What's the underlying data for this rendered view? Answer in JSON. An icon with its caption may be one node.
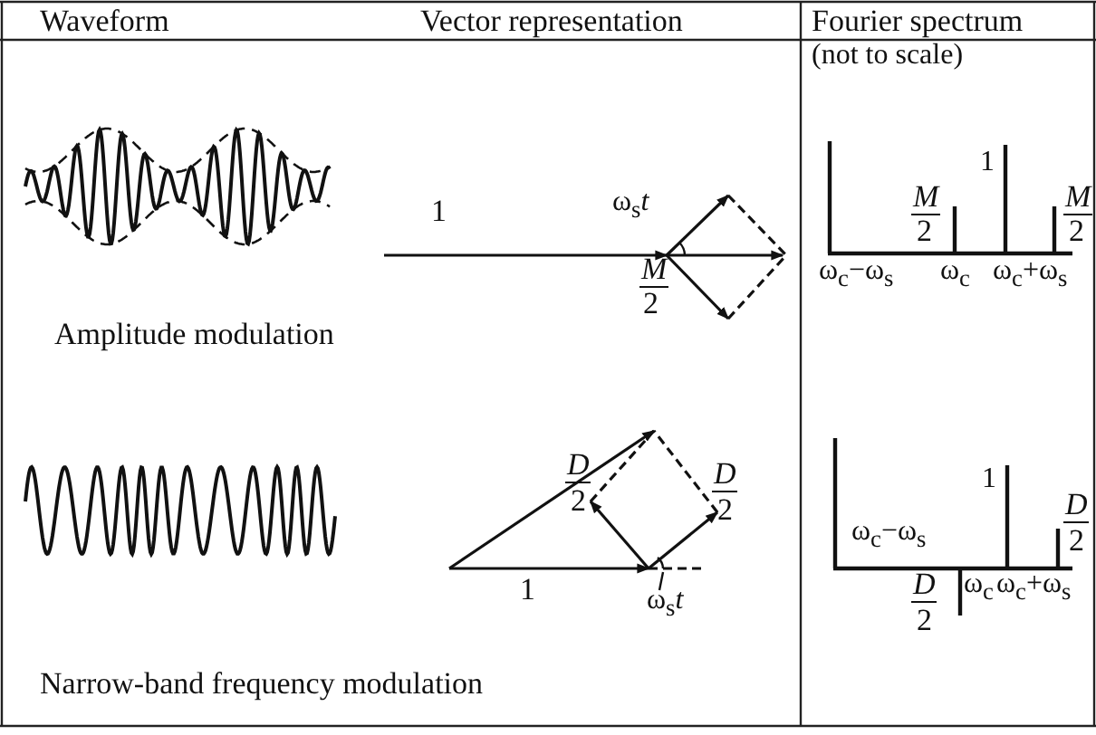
{
  "diagram": {
    "labels": [
      "Waveform",
      "Vector representation",
      "Fourier spectrum",
      "(not to scale)",
      "1",
      "ω$_{s}$*t*",
      "M",
      "2",
      "1",
      "M",
      "2",
      "M",
      "2",
      "ω$_{c}$−ω$_{s}$",
      "ω$_{c}$",
      "ω$_{c}$+ω$_{s}$",
      "Amplitude modulation",
      "D",
      "2",
      "D",
      "2",
      "1",
      "ω$_{s}$*t*",
      "1",
      "ω$_{c}$−ω$_{s}$",
      "D",
      "2",
      "D",
      "2",
      "ω$_{c}$",
      "ω$_{c}$+ω$_{s}$",
      "Narrow-band frequency modulation"
    ]
  }
}
